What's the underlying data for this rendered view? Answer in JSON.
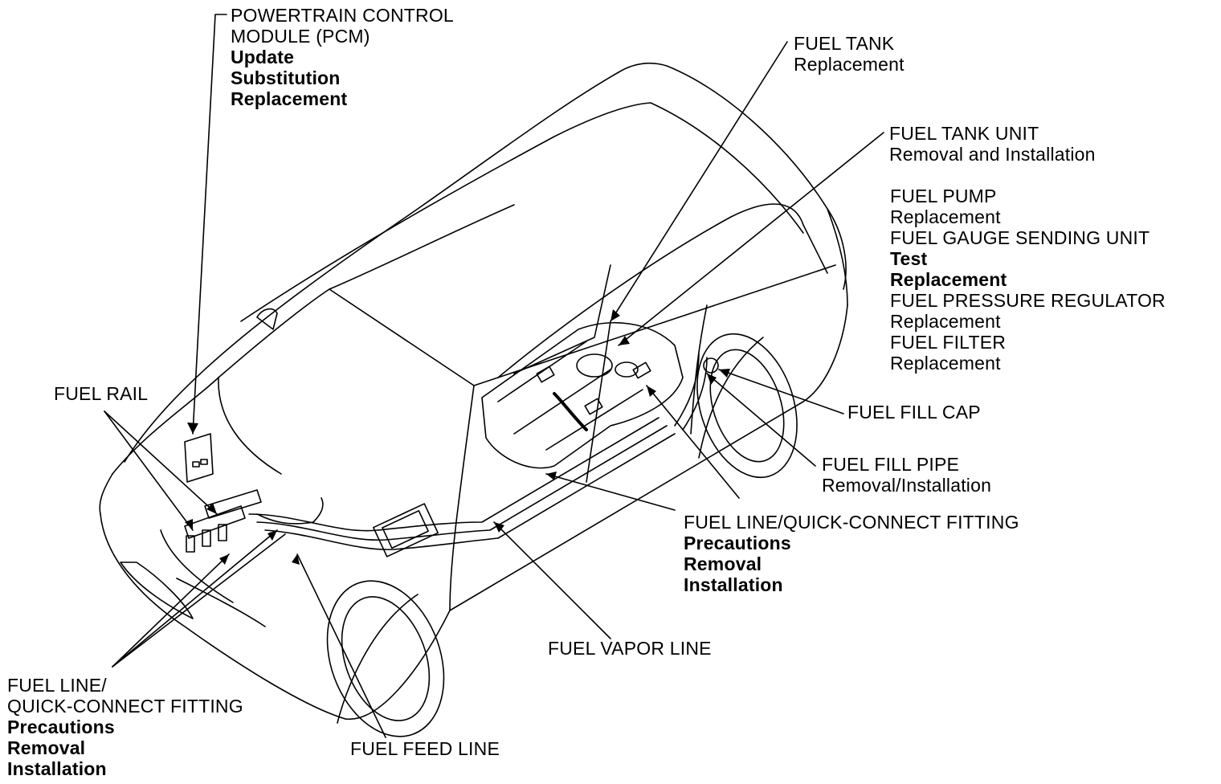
{
  "callouts": {
    "pcm": {
      "title_lines": [
        "POWERTRAIN CONTROL",
        "MODULE (PCM)"
      ],
      "procedures": [
        "Update",
        "Substitution",
        "Replacement"
      ]
    },
    "fuel_tank": {
      "title": "FUEL TANK",
      "procedures": [
        "Replacement"
      ]
    },
    "fuel_tank_unit": {
      "title": "FUEL TANK UNIT",
      "procedures": [
        "Removal and Installation"
      ]
    },
    "tank_unit_components": [
      {
        "title": "FUEL PUMP",
        "procedures": [
          "Replacement"
        ],
        "bold": false
      },
      {
        "title": "FUEL GAUGE SENDING UNIT",
        "procedures": [
          "Test",
          "Replacement"
        ],
        "bold": true
      },
      {
        "title": "FUEL PRESSURE REGULATOR",
        "procedures": [
          "Replacement"
        ],
        "bold": false
      },
      {
        "title": "FUEL FILTER",
        "procedures": [
          "Replacement"
        ],
        "bold": false
      }
    ],
    "fuel_rail": {
      "title": "FUEL RAIL"
    },
    "fuel_fill_cap": {
      "title": "FUEL FILL CAP"
    },
    "fuel_fill_pipe": {
      "title": "FUEL FILL PIPE",
      "procedures": [
        "Removal/Installation"
      ]
    },
    "fuel_line_rear": {
      "title": "FUEL LINE/QUICK-CONNECT FITTING",
      "procedures": [
        "Precautions",
        "Removal",
        "Installation"
      ]
    },
    "fuel_vapor_line": {
      "title": "FUEL VAPOR LINE"
    },
    "fuel_line_front": {
      "title_lines": [
        "FUEL LINE/",
        "QUICK-CONNECT FITTING"
      ],
      "procedures": [
        "Precautions",
        "Removal",
        "Installation"
      ]
    },
    "fuel_feed_line": {
      "title": "FUEL FEED LINE"
    }
  },
  "colors": {
    "line": "#000000",
    "background": "#ffffff"
  }
}
